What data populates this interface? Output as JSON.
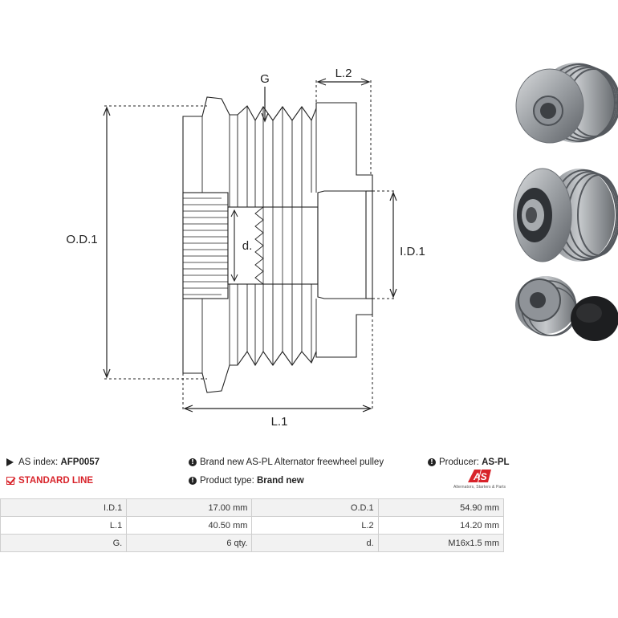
{
  "drawing": {
    "labels": {
      "g": "G",
      "l2": "L.2",
      "od1": "O.D.1",
      "d": "d.",
      "id1": "I.D.1",
      "l1": "L.1"
    }
  },
  "info": {
    "as_index_label": "AS index:",
    "as_index_value": "AFP0057",
    "line_label": "STANDARD LINE",
    "description": "Brand new AS-PL Alternator freewheel pulley",
    "product_type_label": "Product type:",
    "product_type_value": "Brand new",
    "producer_label": "Producer:",
    "producer_value": "AS-PL"
  },
  "logo": {
    "mark": "AS",
    "caption": "Alternators, Starters & Parts"
  },
  "specs": [
    {
      "label1": "I.D.1",
      "value1": "17.00 mm",
      "label2": "O.D.1",
      "value2": "54.90 mm"
    },
    {
      "label1": "L.1",
      "value1": "40.50 mm",
      "label2": "L.2",
      "value2": "14.20 mm"
    },
    {
      "label1": "G.",
      "value1": "6 qty.",
      "label2": "d.",
      "value2": "M16x1.5 mm"
    }
  ],
  "colors": {
    "accent": "#d8232a",
    "line": "#222222",
    "table_border": "#cfcfcf",
    "table_stripe": "#f2f2f2"
  },
  "icons": [
    "tag-icon",
    "check-icon",
    "info-icon"
  ]
}
